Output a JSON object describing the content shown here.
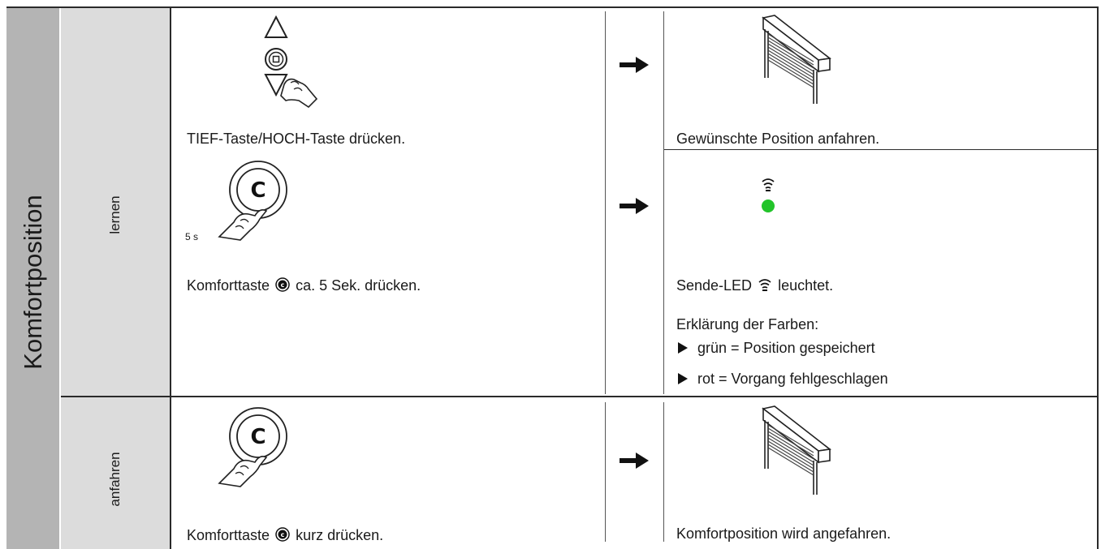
{
  "section": {
    "title": "Komfortposition",
    "sub_labels": {
      "learn": "lernen",
      "drive": "anfahren"
    }
  },
  "row1": {
    "left_caption": "TIEF-Taste/HOCH-Taste drücken.",
    "right_caption": "Gewünschte Position anfahren."
  },
  "row2": {
    "duration_label": "5 s",
    "left_caption_before": "Komforttaste",
    "left_caption_after": "ca. 5 Sek. drücken.",
    "right_caption_before": "Sende-LED",
    "right_caption_after": "leuchtet.",
    "colors_heading": "Erklärung der Farben:",
    "colors_items": [
      "grün = Position gespeichert",
      "rot = Vorgang fehlgeschlagen"
    ],
    "led_color": "#22c42a"
  },
  "row3": {
    "left_caption_before": "Komforttaste",
    "left_caption_after": "kurz drücken.",
    "right_caption": "Komfortposition wird angefahren."
  },
  "icons": {
    "button_letter": "C",
    "comfort_symbol": "c"
  }
}
